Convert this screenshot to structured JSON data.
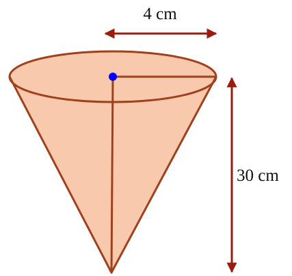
{
  "diagram": {
    "shape": "cone",
    "radius_label": "4 cm",
    "height_label": "30 cm",
    "colors": {
      "fill": "#f9c9ae",
      "outline": "#a0401c",
      "dimension_arrows": "#9b1b0f",
      "center_point": "#0000ff",
      "text": "#111111"
    }
  }
}
